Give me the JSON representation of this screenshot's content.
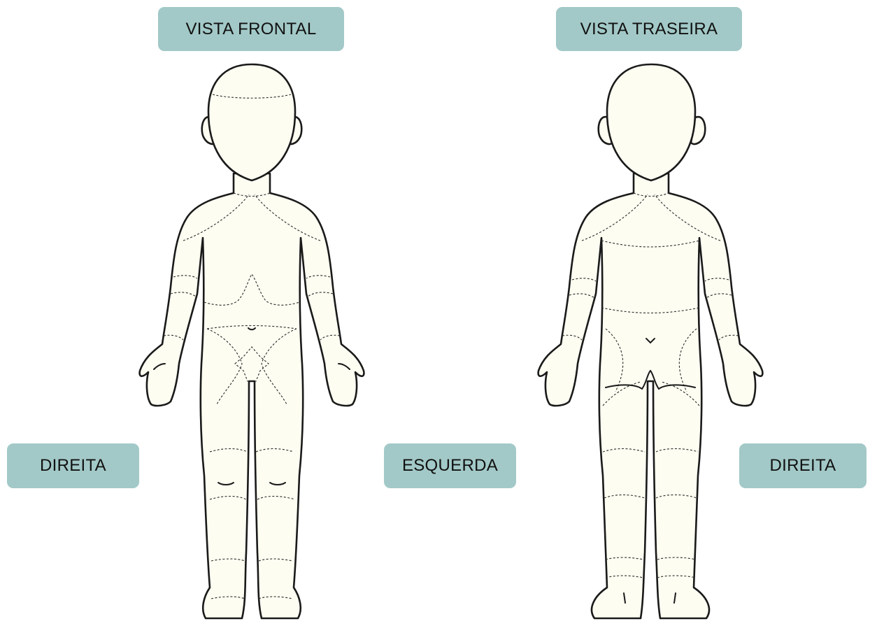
{
  "labels": {
    "front_view": "VISTA FRONTAL",
    "back_view": "VISTA TRASEIRA",
    "right_front": "DIREITA",
    "left": "ESQUERDA",
    "right_back": "DIREITA"
  },
  "colors": {
    "label_bg": "#a2c9c7",
    "skin_fill": "#fdfdf2",
    "outline": "#1a1a1a"
  }
}
